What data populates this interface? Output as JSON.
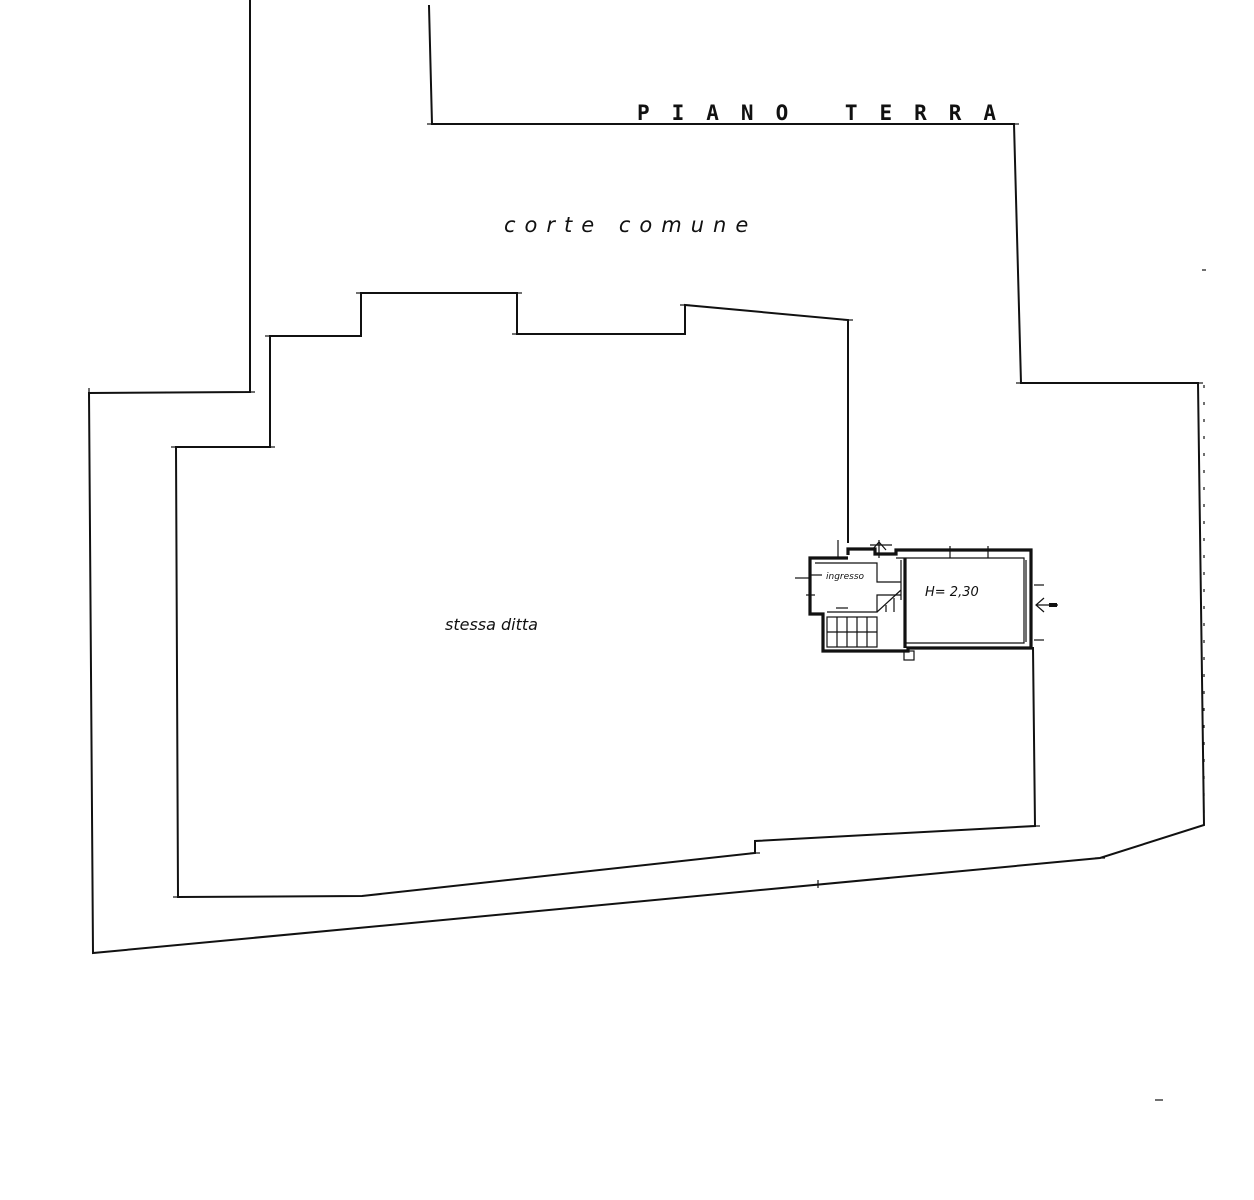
{
  "plan": {
    "title": "PIANO TERRA",
    "area_court": "corte comune",
    "area_owner": "stessa ditta",
    "room_label_entry": "ingresso",
    "room_height": "H= 2,30"
  }
}
